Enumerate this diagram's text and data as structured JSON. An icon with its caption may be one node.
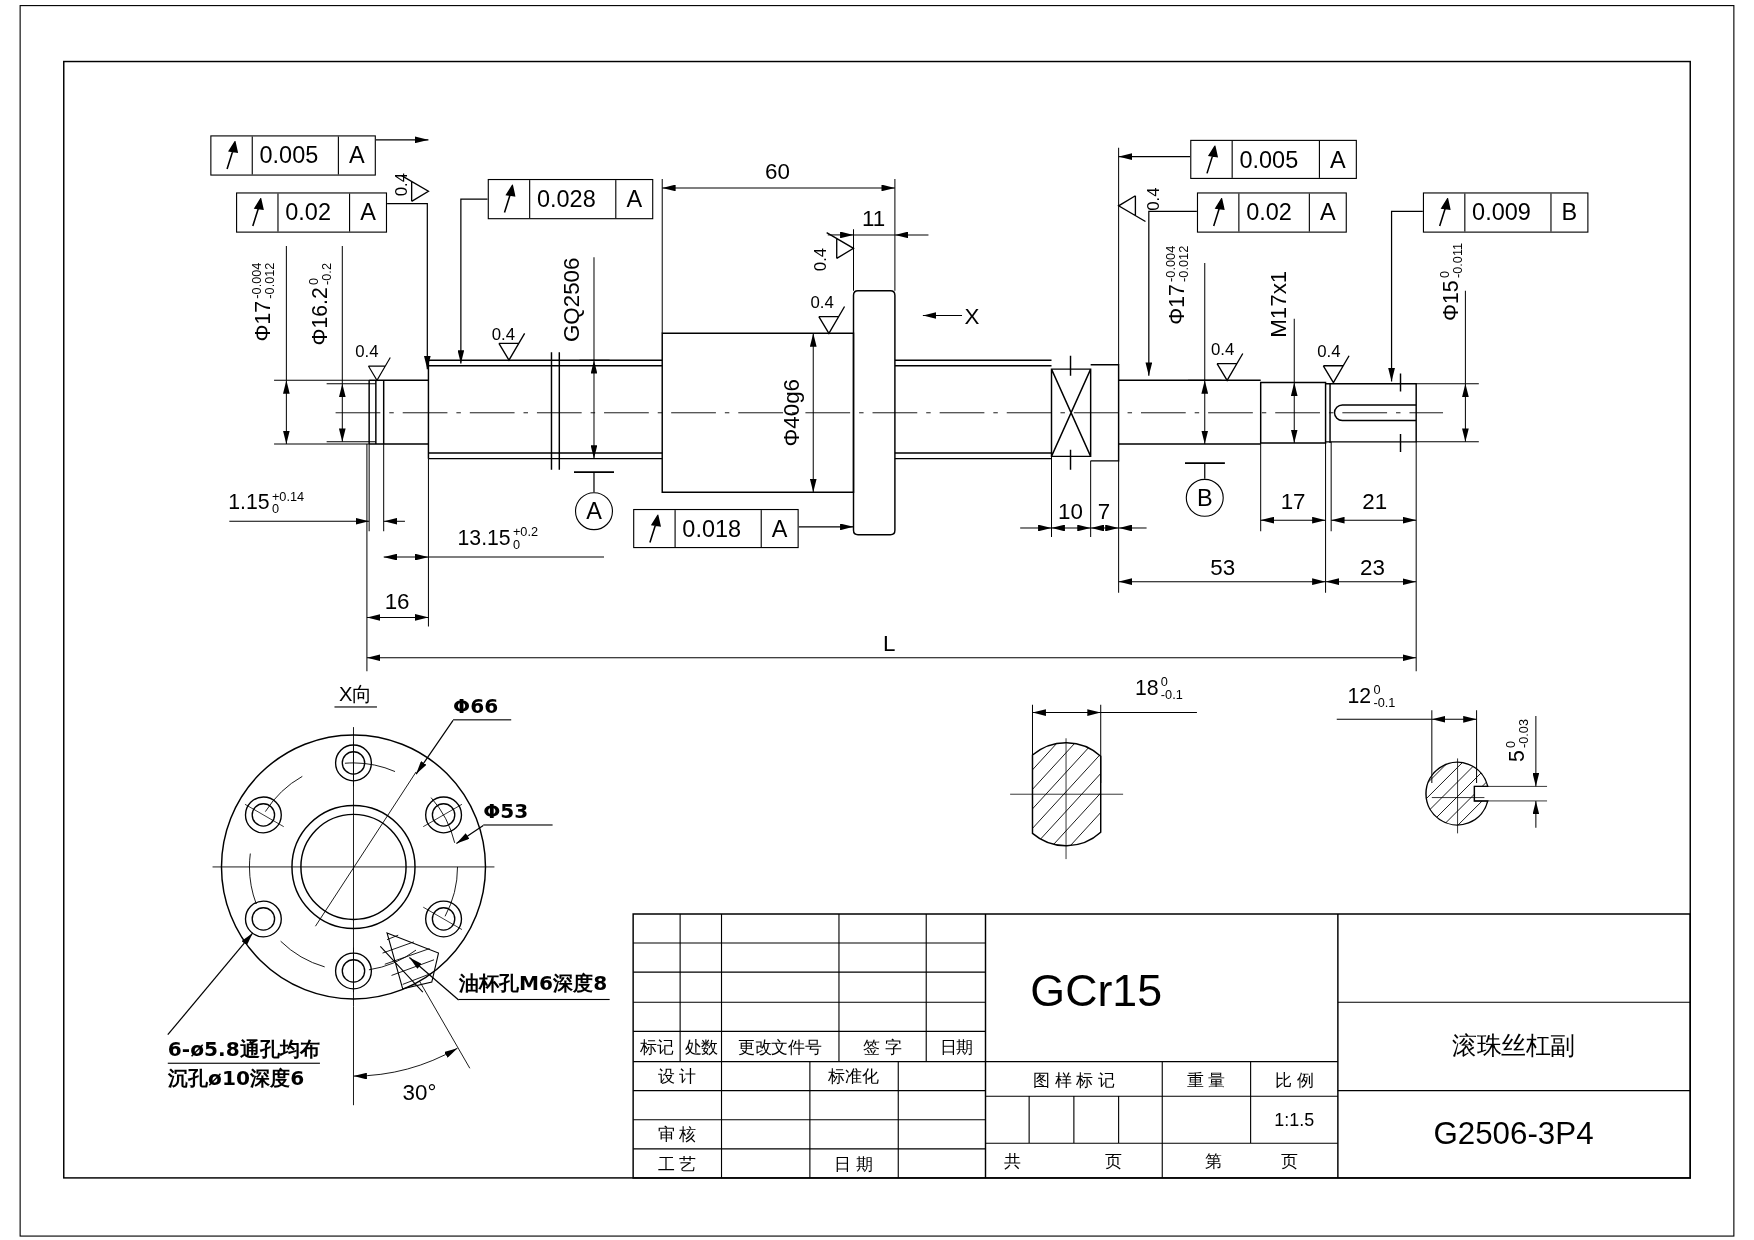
{
  "diagram": {
    "nodes": [
      {
        "text": [
          "0.005",
          "A"
        ]
      },
      {
        "text": [
          "0.02",
          "A"
        ]
      },
      {
        "text": [
          "0.028",
          "A"
        ]
      },
      {
        "text": [
          "0.018",
          "A"
        ]
      },
      {
        "text": [
          "0.005",
          "A"
        ]
      },
      {
        "text": [
          "0.02",
          "A"
        ]
      },
      {
        "text": [
          "0.009",
          "B"
        ]
      },
      {
        "text": [
          "A"
        ]
      },
      {
        "text": [
          "B"
        ]
      },
      {
        "text": [
          "Φ66"
        ]
      },
      {
        "text": [
          "Φ53"
        ]
      },
      {
        "text": [
          "油杯孔M6深度8"
        ]
      },
      {
        "text": [
          "6-ø5.8通孔均布",
          "沉孔ø10深度6"
        ]
      }
    ],
    "edges": [
      {
        "from": 0,
        "to": null,
        "arrow": "to"
      },
      {
        "from": 1,
        "to": null,
        "arrow": "to"
      },
      {
        "from": 2,
        "to": null,
        "arrow": "to"
      },
      {
        "from": 3,
        "to": null,
        "arrow": "to"
      },
      {
        "from": 4,
        "to": null,
        "arrow": "to"
      },
      {
        "from": 5,
        "to": null,
        "arrow": "to"
      },
      {
        "from": 6,
        "to": null,
        "arrow": "to"
      },
      {
        "from": 7,
        "to": null,
        "arrow": "other"
      },
      {
        "from": 8,
        "to": null,
        "arrow": "other"
      },
      {
        "from": 9,
        "to": null,
        "arrow": "to"
      },
      {
        "from": 10,
        "to": null,
        "arrow": "to"
      },
      {
        "from": 11,
        "to": null,
        "arrow": "to"
      },
      {
        "from": 12,
        "to": null,
        "arrow": "to"
      }
    ],
    "labels": [
      "60",
      "11",
      "0.4",
      "0.4",
      "Φ17$^{-0.004}$$_{-0.012}$",
      "Φ16.2$^{0}$$_{-0.2}$",
      "0.4",
      "GQ2506",
      "0.4",
      "0.4",
      "X",
      "Φ40g6",
      "1.15$^{+0.14}$$_{0}$",
      "13.15$^{+0.2}$$_{0}$",
      "16",
      "10",
      "7",
      "L",
      "0.4",
      "Φ17$^{-0.004}$$_{-0.012}$",
      "0.4",
      "M17x1",
      "0.4",
      "Φ15$^{0}$$_{-0.011}$",
      "17",
      "21",
      "53",
      "23",
      "X向",
      "18$^{0}$$_{-0.1}$",
      "12$^{0}$$_{-0.1}$",
      "5$^{0}$$_{-0.03}$",
      "30°",
      "GCr15",
      "标记",
      "处数",
      "更改文件号",
      "签 字",
      "日期",
      "设 计",
      "标准化",
      "图 样 标 记",
      "重 量",
      "比 例",
      "滚珠丝杠副",
      "1:1.5",
      "审 核",
      "G2506-3P4",
      "工 艺",
      "日 期",
      "共",
      "页",
      "第",
      "页"
    ]
  }
}
